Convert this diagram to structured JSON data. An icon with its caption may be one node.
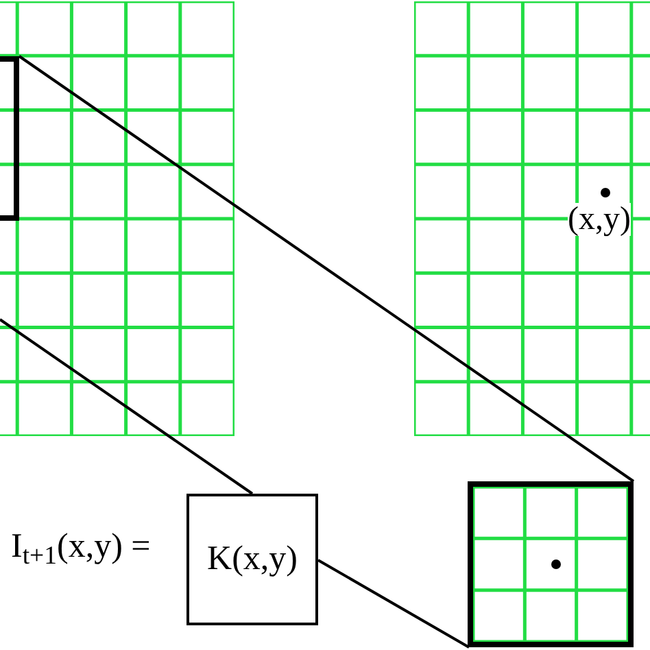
{
  "diagram": {
    "nodes": [
      {
        "text": [],
        "shape": "box"
      },
      {
        "text": [
          "(x,y)"
        ]
      },
      {
        "text": [
          "K(x,y)"
        ]
      },
      {
        "text": [],
        "shape": "box"
      }
    ],
    "edges": [
      {
        "from": 0,
        "to": 3,
        "arrow": "none"
      },
      {
        "from": null,
        "to": 2,
        "arrow": "none"
      },
      {
        "from": 2,
        "to": 3,
        "arrow": "none"
      }
    ],
    "labels": [
      "I$_{t+1}$(x,y) ="
    ]
  }
}
